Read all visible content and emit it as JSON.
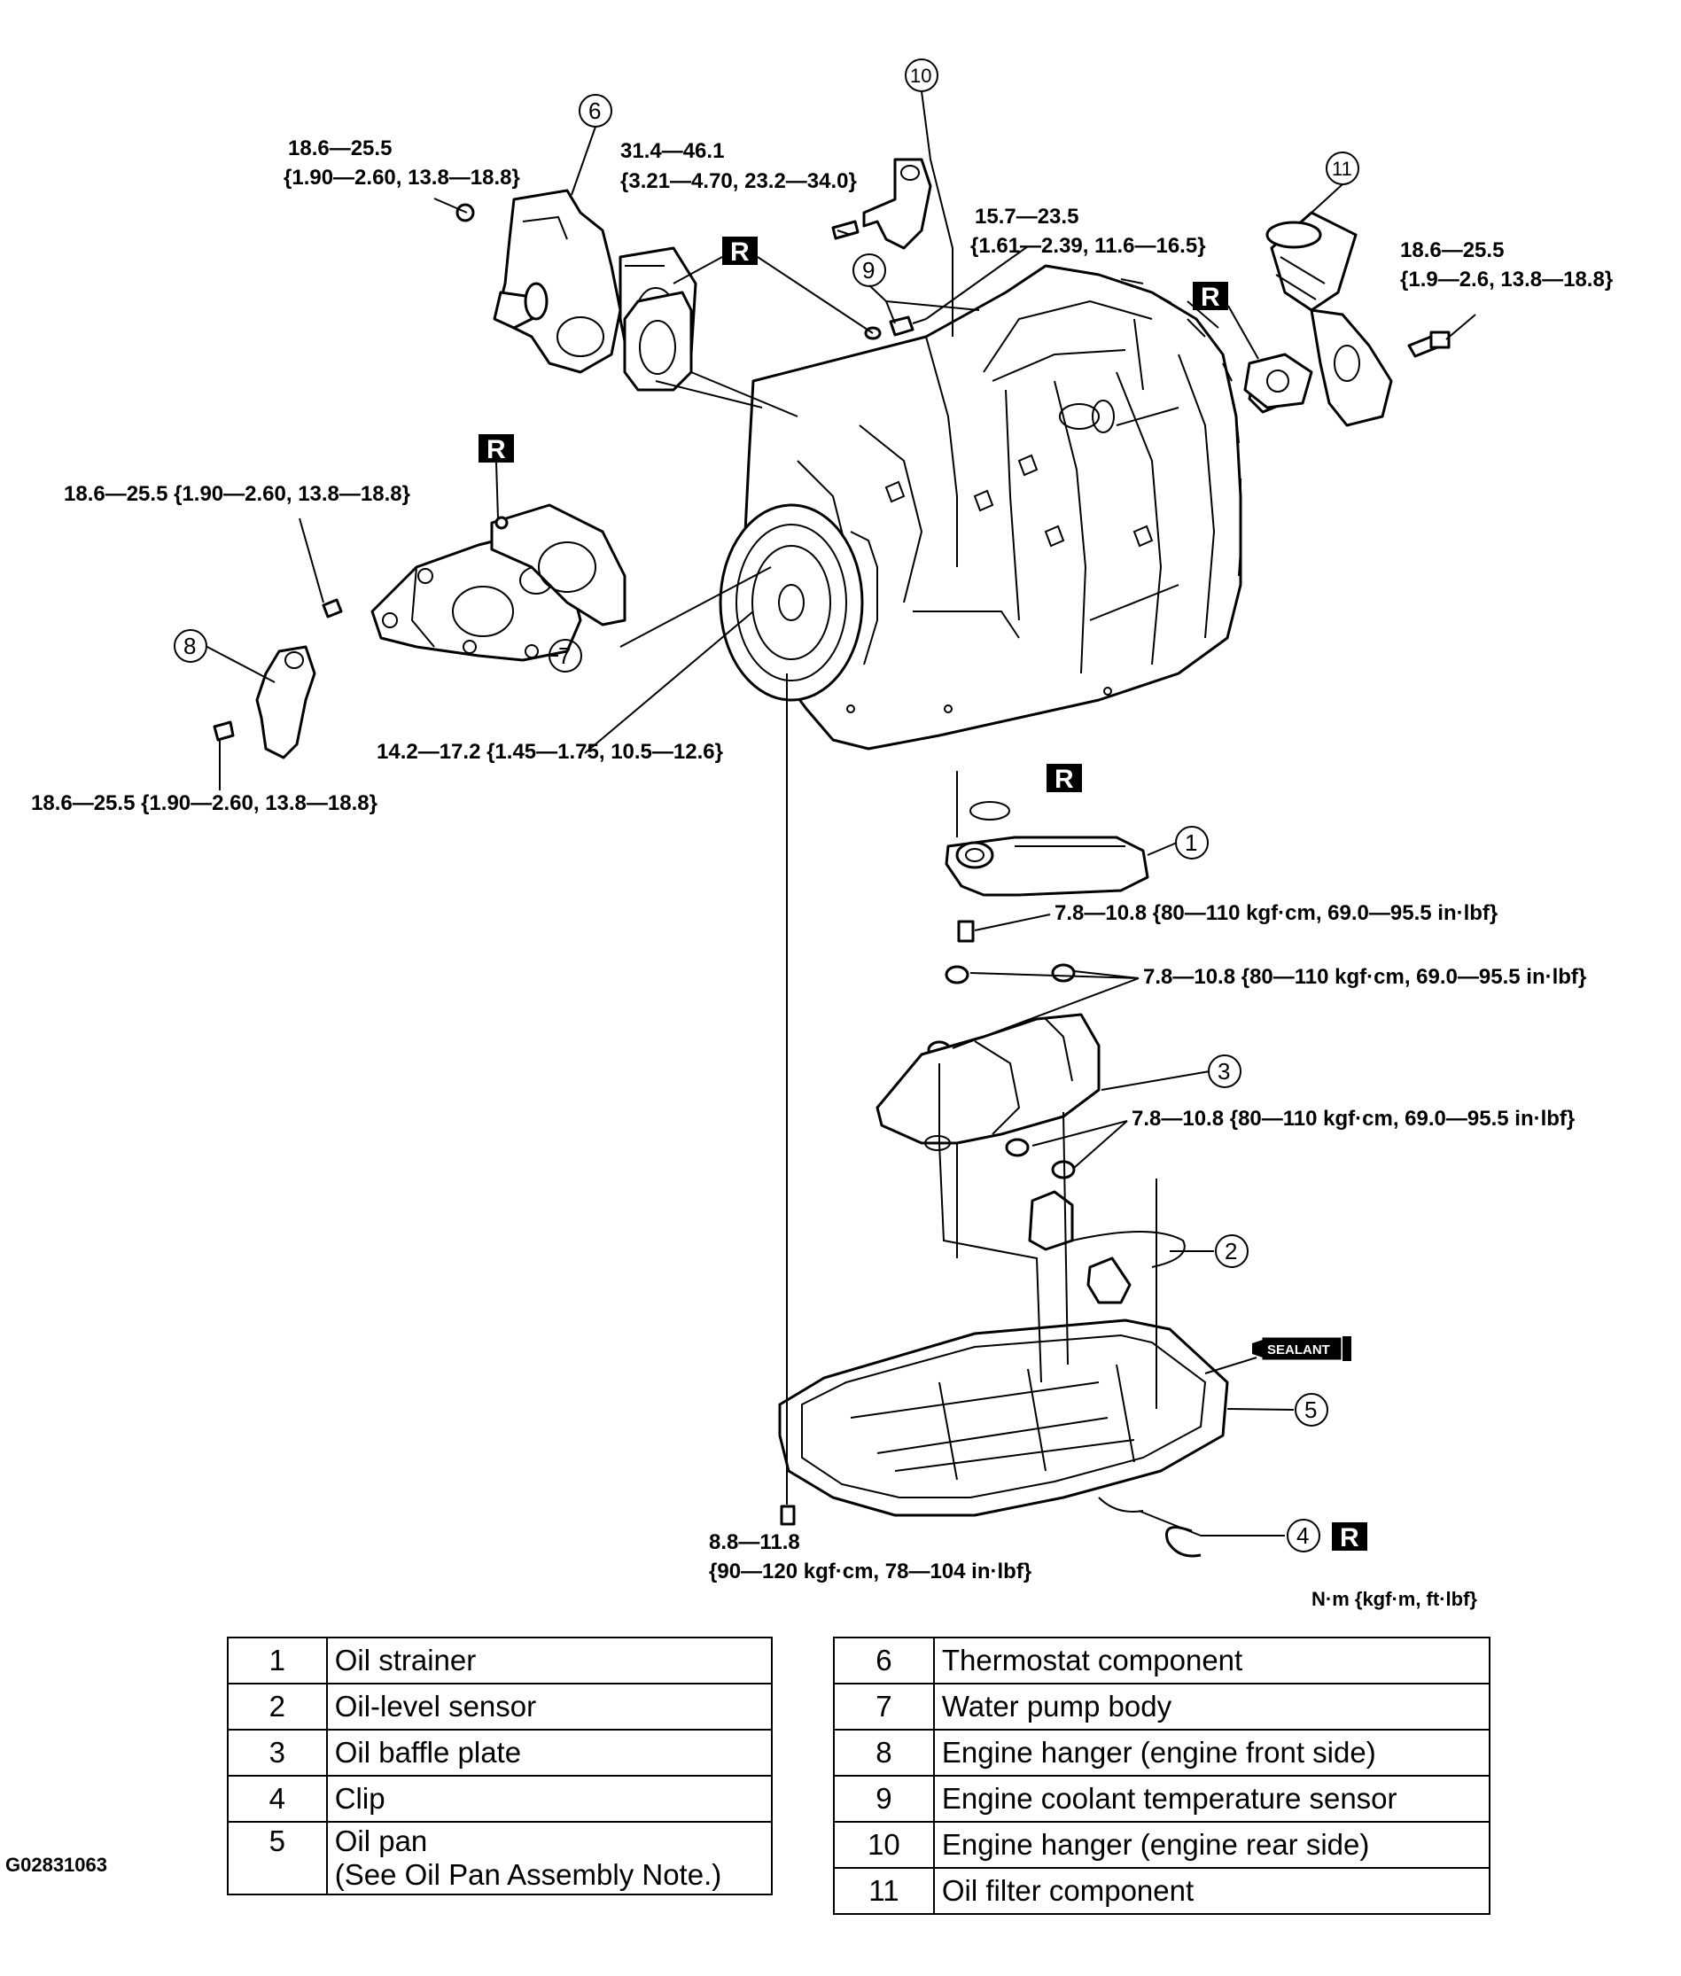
{
  "torques": {
    "t6": [
      "18.6—25.5",
      "{1.90—2.60, 13.8—18.8}"
    ],
    "t10": [
      "31.4—46.1",
      "{3.21—4.70, 23.2—34.0}"
    ],
    "t9": [
      "15.7—23.5",
      "{1.61—2.39, 11.6—16.5}"
    ],
    "t11": [
      "18.6—25.5",
      "{1.9—2.6, 13.8—18.8}"
    ],
    "t7": "18.6—25.5 {1.90—2.60, 13.8—18.8}",
    "pulley": "14.2—17.2 {1.45—1.75, 10.5—12.6}",
    "t8": "18.6—25.5 {1.90—2.60, 13.8—18.8}",
    "strainer": "7.8—10.8 {80—110 kgf·cm, 69.0—95.5 in·lbf}",
    "strainer_nuts": "7.8—10.8 {80—110 kgf·cm, 69.0—95.5 in·lbf}",
    "baffle_nuts": "7.8—10.8 {80—110 kgf·cm, 69.0—95.5 in·lbf}",
    "oilpan": [
      "8.8—11.8",
      "{90—120 kgf·cm, 78—104 in·lbf}"
    ]
  },
  "markers": {
    "replace": "R",
    "sealant": "SEALANT"
  },
  "callouts": [
    "1",
    "2",
    "3",
    "4",
    "5",
    "6",
    "7",
    "8",
    "9",
    "10",
    "11"
  ],
  "units": "N·m {kgf·m, ft·lbf}",
  "figure_id": "G02831063",
  "legend_left": [
    {
      "num": "1",
      "desc": "Oil strainer"
    },
    {
      "num": "2",
      "desc": "Oil-level sensor"
    },
    {
      "num": "3",
      "desc": "Oil baffle plate"
    },
    {
      "num": "4",
      "desc": "Clip"
    },
    {
      "num": "5",
      "desc": "Oil pan",
      "note": "(See Oil Pan Assembly Note.)"
    }
  ],
  "legend_right": [
    {
      "num": "6",
      "desc": "Thermostat component"
    },
    {
      "num": "7",
      "desc": "Water pump body"
    },
    {
      "num": "8",
      "desc": "Engine hanger (engine front side)"
    },
    {
      "num": "9",
      "desc": "Engine coolant temperature sensor"
    },
    {
      "num": "10",
      "desc": "Engine hanger (engine rear side)"
    },
    {
      "num": "11",
      "desc": "Oil filter component"
    }
  ]
}
